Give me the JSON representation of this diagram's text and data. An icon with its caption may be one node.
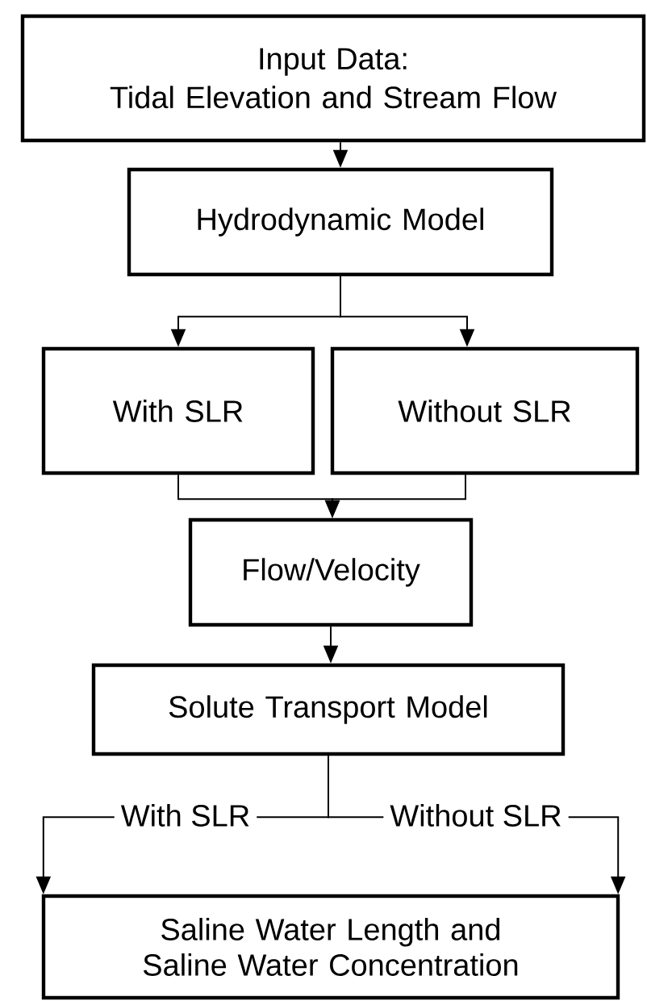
{
  "diagram": {
    "nodes": [
      {
        "text": [
          "Input Data:",
          "Tidal Elevation and Stream Flow"
        ]
      },
      {
        "text": [
          "Hydrodynamic Model"
        ]
      },
      {
        "text": [
          "With SLR"
        ]
      },
      {
        "text": [
          "Without SLR"
        ]
      },
      {
        "text": [
          "Flow/Velocity"
        ]
      },
      {
        "text": [
          "Solute Transport Model"
        ]
      },
      {
        "text": [
          "Saline Water Length and Saline Water Concentration"
        ]
      }
    ],
    "edges": [
      {
        "from": 0,
        "to": 1,
        "arrow": "to"
      },
      {
        "from": 1,
        "to": 2,
        "arrow": "to"
      },
      {
        "from": 1,
        "to": 3,
        "arrow": "to"
      },
      {
        "from": 2,
        "to": 4,
        "arrow": "to"
      },
      {
        "from": 3,
        "to": 4,
        "arrow": "to"
      },
      {
        "from": 4,
        "to": 5,
        "arrow": "to"
      },
      {
        "from": 5,
        "to": 6,
        "arrow": "to",
        "label": "With SLR"
      },
      {
        "from": 5,
        "to": 6,
        "arrow": "to",
        "label": "Without SLR"
      }
    ]
  }
}
